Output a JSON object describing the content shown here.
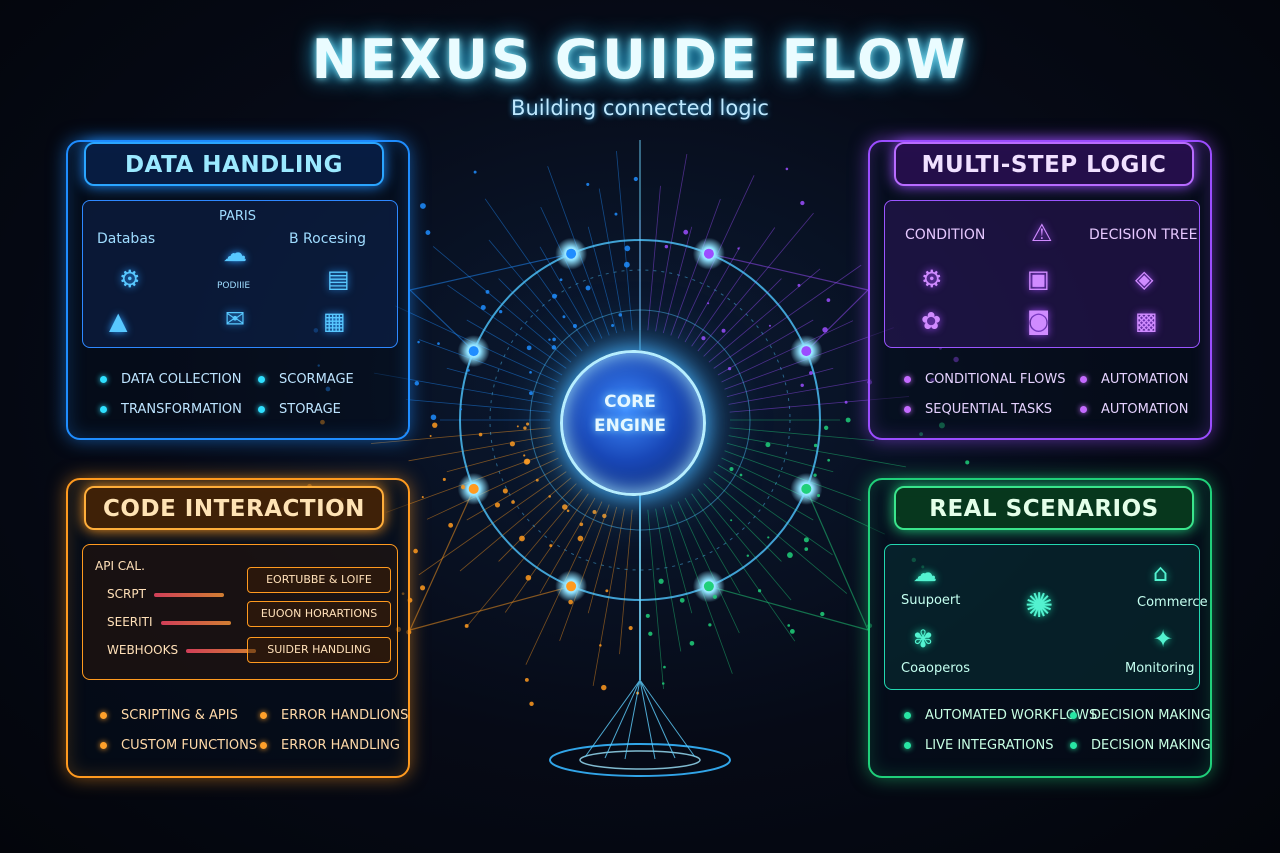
{
  "title": "NEXUS GUIDE FLOW",
  "subtitle": "Building connected logic",
  "core": {
    "line1": "CORE",
    "line2": "ENGINE"
  },
  "panels": {
    "data": {
      "title": "DATA HANDLING",
      "nodes": [
        "PARIS",
        "Databas",
        "B Rocesing",
        "PODIIIE"
      ],
      "bullets": [
        "DATA COLLECTION",
        "SCORMAGE",
        "TRANSFORMATION",
        "STORAGE"
      ]
    },
    "logic": {
      "title": "MULTI-STEP LOGIC",
      "nodes": [
        "CONDITION",
        "DECISION TREE"
      ],
      "bullets": [
        "CONDITIONAL FLOWS",
        "AUTOMATION",
        "SEQUENTIAL TASKS",
        "AUTOMATION"
      ]
    },
    "code": {
      "title": "CODE INTERACTION",
      "lines": [
        "API CAL.",
        "SCRPT",
        "SEERITI",
        "WEBHOOKS"
      ],
      "boxes": [
        "EORTUBBE & LOIFE",
        "EUOON HORARTIONS",
        "SUIDER HANDLING"
      ],
      "bullets": [
        "SCRIPTING & APIS",
        "ERROR HANDLIONS",
        "CUSTOM FUNCTIONS",
        "ERROR HANDLING"
      ]
    },
    "scenarios": {
      "title": "REAL SCENARIOS",
      "nodes": [
        "Suupoert",
        "Commerce",
        "Coaoperos",
        "Monitoring"
      ],
      "bullets": [
        "AUTOMATED WORKFLOWS",
        "DECISION MAKING",
        "LIVE INTEGRATIONS",
        "DECISION MAKING"
      ]
    }
  },
  "colors": {
    "data": "#1f8dff",
    "logic": "#9b4dff",
    "code": "#ff9a1f",
    "scenarios": "#20d07a",
    "core": "#46b3ff"
  },
  "icons": {
    "data": [
      "database-icon",
      "cloud-icon",
      "gear-icon",
      "server-icon",
      "mail-icon",
      "chart-icon"
    ],
    "logic": [
      "warning-icon",
      "hierarchy-icon",
      "puzzle-icon",
      "gear-icon",
      "clipboard-icon",
      "device-icon"
    ],
    "scenarios": [
      "brain-icon",
      "house-icon",
      "shield-icon",
      "gear-icon"
    ]
  }
}
